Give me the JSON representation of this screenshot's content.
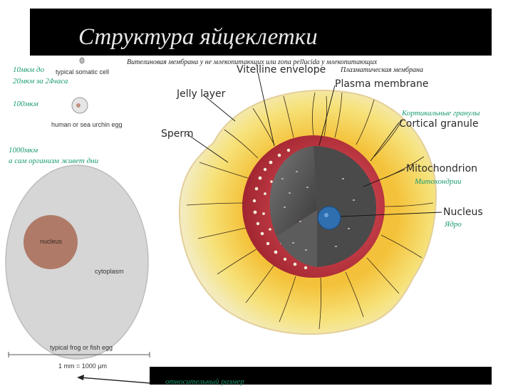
{
  "title": "Структура яйцеклетки",
  "left_panel": {
    "size_10": "10мкм до",
    "size_20": "20мкм за 24часа",
    "size_100": "100мкм",
    "size_1000": "1000мкм",
    "size_1000_note": "а сам организм живет дни",
    "somatic_cell": "typical somatic cell",
    "human_egg": "human or sea urchin egg",
    "nucleus": "nucleus",
    "cytoplasm": "cytoplasm",
    "frog_egg": "typical frog or fish egg",
    "scale": "1 mm = 1000 µm"
  },
  "right_panel": {
    "vitelline_ru": "Вителиновая мембрана у не млекопитающих или zona pellucida у млекопитающих",
    "plasma_ru": "Плазматическая мембрана",
    "vitelline_en": "Vitelline envelope",
    "plasma_en": "Plasma membrane",
    "jelly_en": "Jelly layer",
    "sperm_en": "Sperm",
    "cortical_ru": "Кортикальные гранулы",
    "cortical_en": "Cortical granule",
    "mito_en": "Mitochondrion",
    "mito_ru": "Митохондрии",
    "nucleus_en": "Nucleus",
    "nucleus_ru": "Ядро"
  },
  "bottom": {
    "relative_size": "относительный размер"
  },
  "colors": {
    "label_green": "#1a9a72",
    "jelly_yellow": "#f2d84a",
    "cortex_red": "#b8303a",
    "nucleus_blue": "#2f6fb0",
    "frog_nucleus": "#b07a68",
    "frog_cytoplasm": "#d6d6d6"
  }
}
